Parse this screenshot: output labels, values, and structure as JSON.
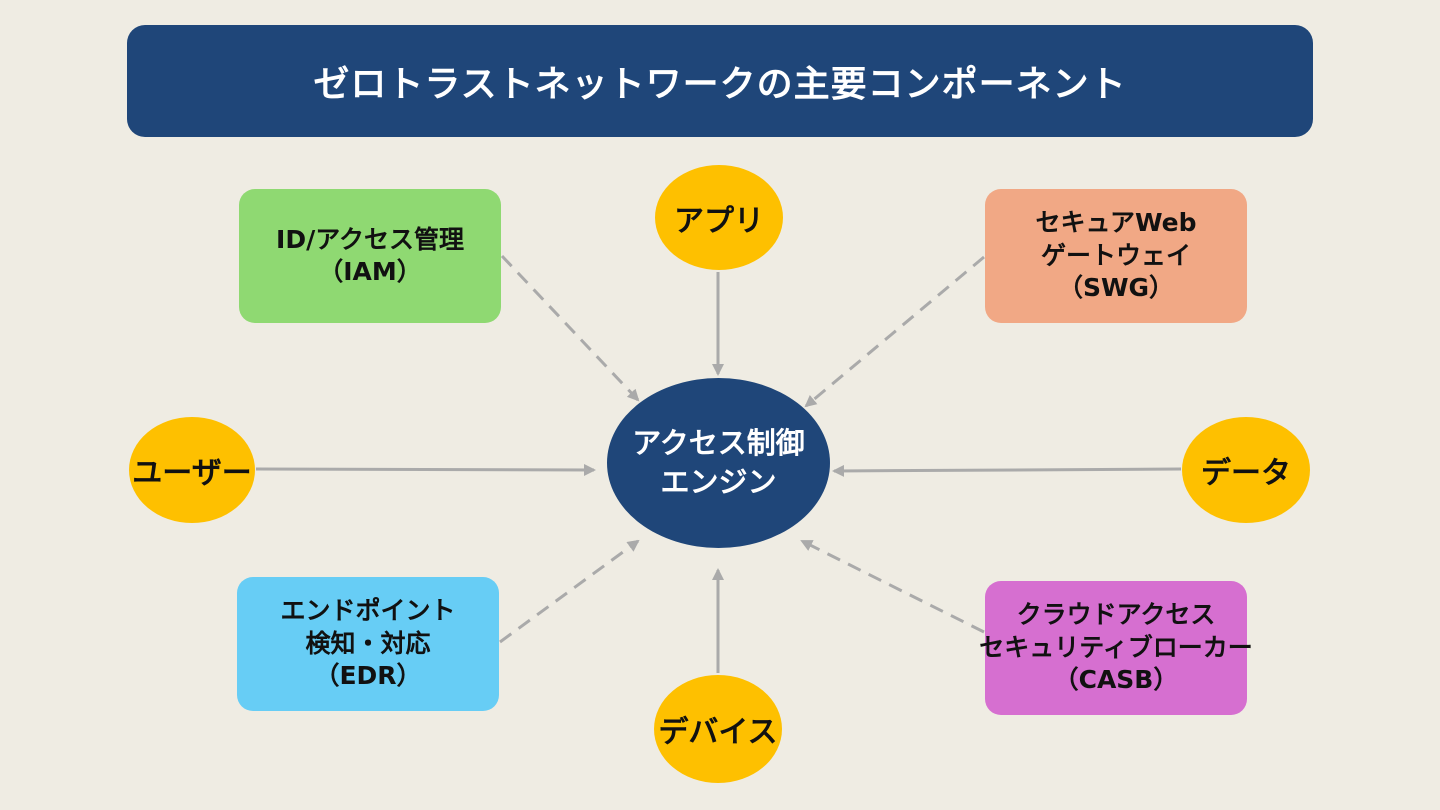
{
  "title": "ゼロトラストネットワークの主要コンポーネント",
  "center": {
    "line1": "アクセス制御",
    "line2": "エンジン"
  },
  "boxes": {
    "iam": {
      "line1": "ID/アクセス管理",
      "line2": "（IAM）"
    },
    "swg": {
      "line1": "セキュアWeb",
      "line2": "ゲートウェイ",
      "line3": "（SWG）"
    },
    "edr": {
      "line1": "エンドポイント",
      "line2": "検知・対応",
      "line3": "（EDR）"
    },
    "casb": {
      "line1": "クラウドアクセス",
      "line2": "セキュリティブローカー",
      "line3": "（CASB）"
    }
  },
  "nodes": {
    "app": "アプリ",
    "user": "ユーザー",
    "data": "データ",
    "device": "デバイス"
  },
  "colors": {
    "background": "#efece3",
    "title_bar": "#1f4679",
    "center": "#1f4679",
    "node": "#fec000",
    "iam": "#8fd972",
    "swg": "#f1a885",
    "edr": "#67cdf5",
    "casb": "#d66fd0",
    "connector": "#aaaaaa"
  }
}
